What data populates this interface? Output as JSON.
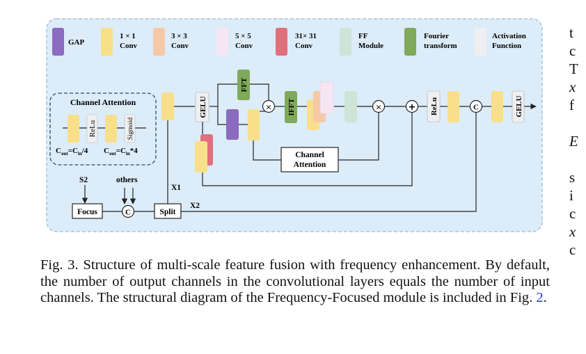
{
  "legend": [
    {
      "key": "gap",
      "label": "GAP",
      "color": "#8a6bbf"
    },
    {
      "key": "conv1",
      "label": "1 × 1\nConv",
      "color": "#f8df8a"
    },
    {
      "key": "conv3",
      "label": "3 × 3\nConv",
      "color": "#f7c8a6"
    },
    {
      "key": "conv5",
      "label": "5 × 5\nConv",
      "color": "#f6e6f3"
    },
    {
      "key": "conv31",
      "label": "31× 31\nConv",
      "color": "#e0707e"
    },
    {
      "key": "ff",
      "label": "FF\nModule",
      "color": "#cfe3d6"
    },
    {
      "key": "fourier",
      "label": "Fourier\ntransform",
      "color": "#7faa59"
    },
    {
      "key": "act",
      "label": "Activation\nFunction",
      "color": "#efeff1"
    }
  ],
  "channel_attention": {
    "title": "Channel Attention",
    "relu": "ReLu",
    "sigmoid": "Sigmoid",
    "formula1": "C_out=C_in/4",
    "formula2": "C_out=C_in*4"
  },
  "blocks": {
    "gelu": "GELU",
    "fft": "FFT",
    "ifft": "IFFT",
    "relu": "ReLu",
    "gelu_out": "GELU",
    "channel_attention": "Channel\nAttention",
    "focus": "Focus",
    "split": "Split"
  },
  "symbols": {
    "concat": "C",
    "multiply": "×",
    "add": "+"
  },
  "labels": {
    "s2": "S2",
    "others": "others",
    "x1": "X1",
    "x2": "X2"
  },
  "caption": {
    "prefix": "Fig. 3.   Structure of multi-scale feature fusion with frequency enhancement. By default, the number of output channels in the convolutional layers equals the number of input channels. The structural diagram of the Frequency-Focused module is included in Fig. ",
    "ref": "2",
    "suffix": "."
  },
  "right_column": [
    "t",
    "c",
    "T",
    "x",
    "f",
    "",
    "E",
    "",
    "s",
    "i",
    "c",
    "x",
    "c"
  ],
  "colors": {
    "panel_bg": "#dcecf9",
    "panel_border": "#a9c4dc",
    "line": "#222222"
  }
}
